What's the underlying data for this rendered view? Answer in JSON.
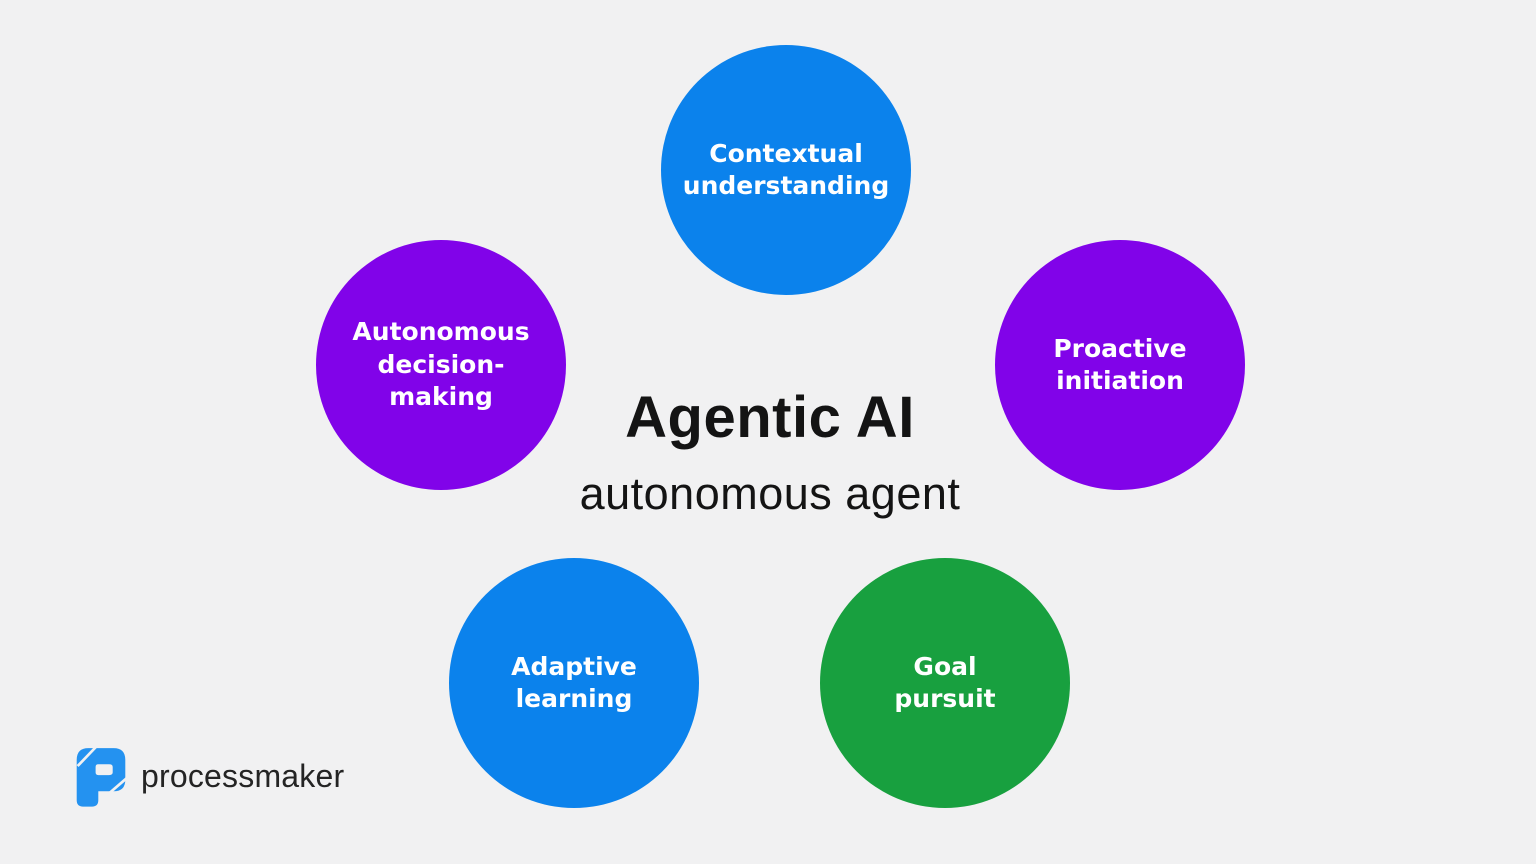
{
  "background_color": "#f1f1f2",
  "text_color": "#141414",
  "center": {
    "title": "Agentic AI",
    "subtitle": "autonomous agent"
  },
  "circles": [
    {
      "id": "contextual-understanding",
      "label": "Contextual\nunderstanding",
      "color": "#0b82ec"
    },
    {
      "id": "autonomous-decision-making",
      "label": "Autonomous\ndecision-\nmaking",
      "color": "#8103e9"
    },
    {
      "id": "proactive-initiation",
      "label": "Proactive\ninitiation",
      "color": "#8103e9"
    },
    {
      "id": "adaptive-learning",
      "label": "Adaptive\nlearning",
      "color": "#0b82ec"
    },
    {
      "id": "goal-pursuit",
      "label": "Goal\npursuit",
      "color": "#18a03f"
    }
  ],
  "logo": {
    "icon": "processmaker-p-icon",
    "icon_color": "#2492f0",
    "wordmark": "processmaker",
    "wordmark_color": "#242424"
  }
}
